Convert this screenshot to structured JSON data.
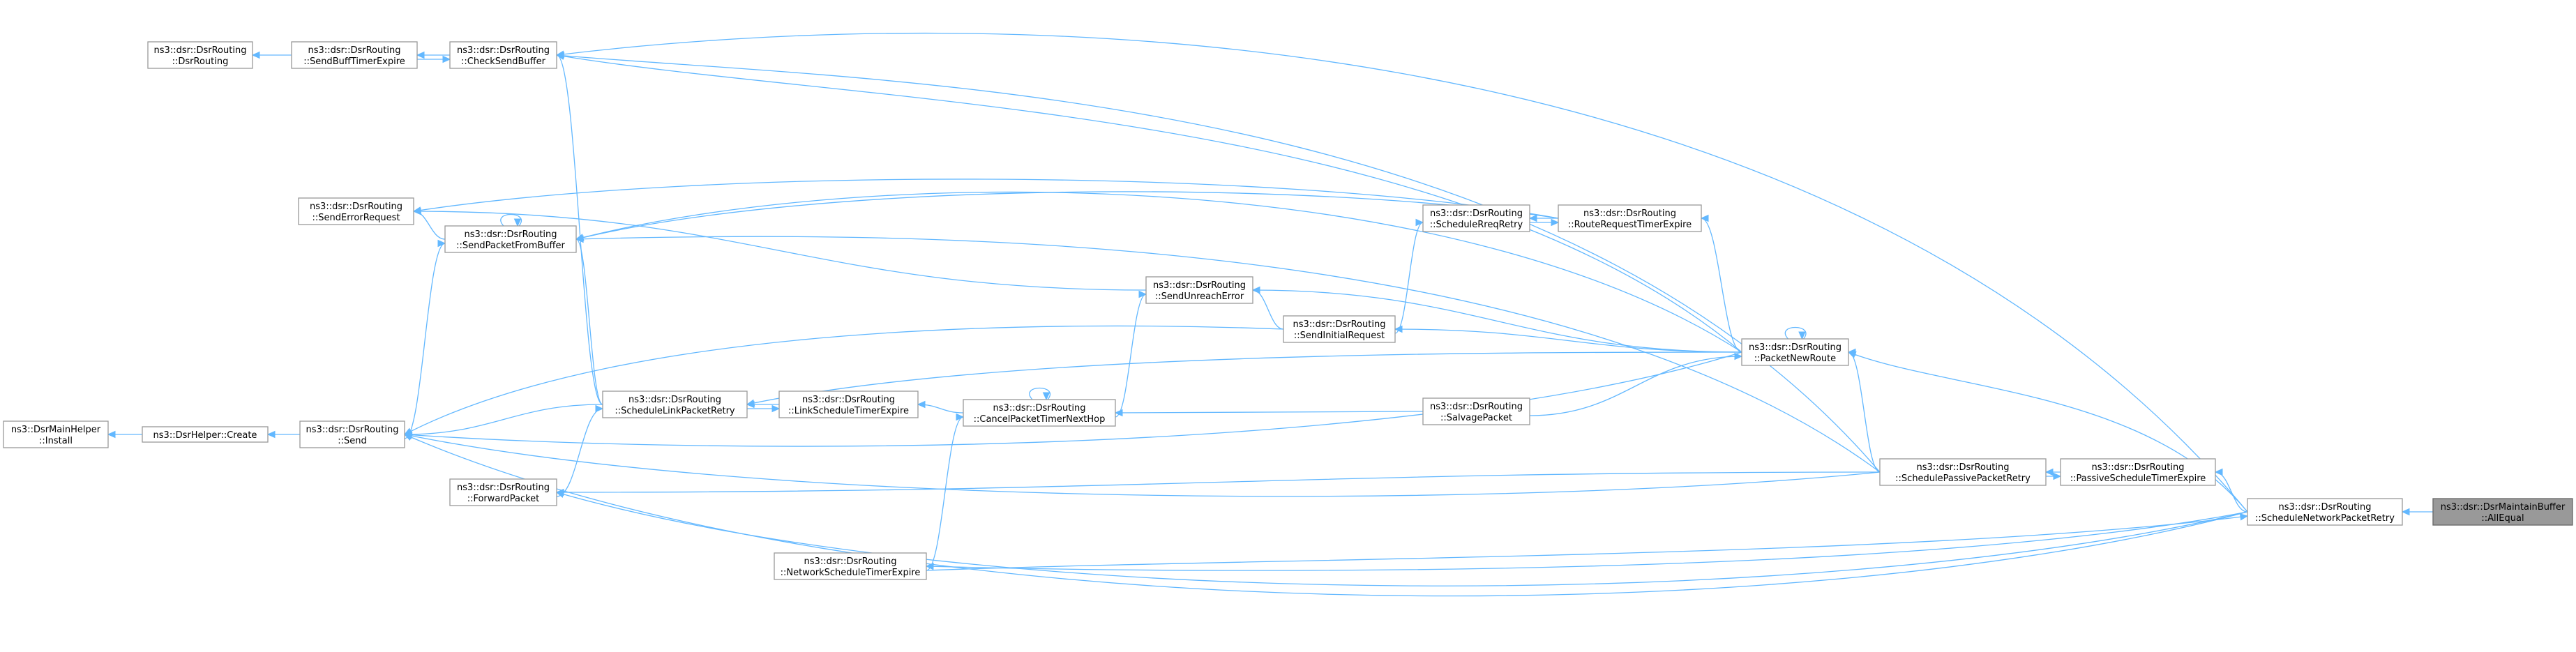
{
  "diagram": {
    "edge_color": "#63b8ff",
    "node_border_color": "#999999",
    "root_fill_color": "#999999",
    "nodes": [
      {
        "id": "dsrrouting_ctor",
        "lines": [
          "ns3::dsr::DsrRouting",
          "::DsrRouting"
        ]
      },
      {
        "id": "sendbufftimerexpire",
        "lines": [
          "ns3::dsr::DsrRouting",
          "::SendBuffTimerExpire"
        ]
      },
      {
        "id": "checksendbuffer",
        "lines": [
          "ns3::dsr::DsrRouting",
          "::CheckSendBuffer"
        ]
      },
      {
        "id": "senderrorrequest",
        "lines": [
          "ns3::dsr::DsrRouting",
          "::SendErrorRequest"
        ]
      },
      {
        "id": "sendpacketfrombuffer",
        "lines": [
          "ns3::dsr::DsrRouting",
          "::SendPacketFromBuffer"
        ]
      },
      {
        "id": "schedulerreqretry",
        "lines": [
          "ns3::dsr::DsrRouting",
          "::ScheduleRreqRetry"
        ]
      },
      {
        "id": "routerequesttimerexpire",
        "lines": [
          "ns3::dsr::DsrRouting",
          "::RouteRequestTimerExpire"
        ]
      },
      {
        "id": "sendunreacherror",
        "lines": [
          "ns3::dsr::DsrRouting",
          "::SendUnreachError"
        ]
      },
      {
        "id": "sendinitialrequest",
        "lines": [
          "ns3::dsr::DsrRouting",
          "::SendInitialRequest"
        ]
      },
      {
        "id": "packetnewroute",
        "lines": [
          "ns3::dsr::DsrRouting",
          "::PacketNewRoute"
        ]
      },
      {
        "id": "dsrmainhelper_install",
        "lines": [
          "ns3::DsrMainHelper",
          "::Install"
        ]
      },
      {
        "id": "dsrhelper_create",
        "lines": [
          "ns3::DsrHelper::Create"
        ]
      },
      {
        "id": "send",
        "lines": [
          "ns3::dsr::DsrRouting",
          "::Send"
        ]
      },
      {
        "id": "schedulelinkpacketretry",
        "lines": [
          "ns3::dsr::DsrRouting",
          "::ScheduleLinkPacketRetry"
        ]
      },
      {
        "id": "linkscheduletimerexpire",
        "lines": [
          "ns3::dsr::DsrRouting",
          "::LinkScheduleTimerExpire"
        ]
      },
      {
        "id": "cancelpackettimernexthop",
        "lines": [
          "ns3::dsr::DsrRouting",
          "::CancelPacketTimerNextHop"
        ]
      },
      {
        "id": "salvagepacket",
        "lines": [
          "ns3::dsr::DsrRouting",
          "::SalvagePacket"
        ]
      },
      {
        "id": "forwardpacket",
        "lines": [
          "ns3::dsr::DsrRouting",
          "::ForwardPacket"
        ]
      },
      {
        "id": "schedulepassivepacketretry",
        "lines": [
          "ns3::dsr::DsrRouting",
          "::SchedulePassivePacketRetry"
        ]
      },
      {
        "id": "passivescheduletimerexpire",
        "lines": [
          "ns3::dsr::DsrRouting",
          "::PassiveScheduleTimerExpire"
        ]
      },
      {
        "id": "networkscheduletimerexpire",
        "lines": [
          "ns3::dsr::DsrRouting",
          "::NetworkScheduleTimerExpire"
        ]
      },
      {
        "id": "schedulenetworkpacketretry",
        "lines": [
          "ns3::dsr::DsrRouting",
          "::ScheduleNetworkPacketRetry"
        ]
      },
      {
        "id": "alleequal",
        "lines": [
          "ns3::dsr::DsrMaintainBuffer",
          "::AllEqual"
        ],
        "root": true
      }
    ],
    "edges": [
      [
        "sendbufftimerexpire",
        "dsrrouting_ctor"
      ],
      [
        "checksendbuffer",
        "sendbufftimerexpire"
      ],
      [
        "sendbufftimerexpire",
        "checksendbuffer"
      ],
      [
        "schedulenetworkpacketretry",
        "checksendbuffer"
      ],
      [
        "schedulepassivepacketretry",
        "checksendbuffer"
      ],
      [
        "packetnewroute",
        "checksendbuffer"
      ],
      [
        "sendpacketfrombuffer",
        "senderrorrequest"
      ],
      [
        "sendunreacherror",
        "senderrorrequest"
      ],
      [
        "routerequesttimerexpire",
        "senderrorrequest"
      ],
      [
        "sendpacketfrombuffer",
        "sendpacketfrombuffer"
      ],
      [
        "schedulepassivepacketretry",
        "sendpacketfrombuffer"
      ],
      [
        "routerequesttimerexpire",
        "sendpacketfrombuffer"
      ],
      [
        "packetnewroute",
        "sendpacketfrombuffer"
      ],
      [
        "routerequesttimerexpire",
        "schedulerreqretry"
      ],
      [
        "schedulerreqretry",
        "routerequesttimerexpire"
      ],
      [
        "sendinitialrequest",
        "schedulerreqretry"
      ],
      [
        "sendinitialrequest",
        "sendunreacherror"
      ],
      [
        "packetnewroute",
        "sendunreacherror"
      ],
      [
        "cancelpackettimernexthop",
        "sendunreacherror"
      ],
      [
        "packetnewroute",
        "sendinitialrequest"
      ],
      [
        "packetnewroute",
        "packetnewroute"
      ],
      [
        "packetnewroute",
        "routerequesttimerexpire"
      ],
      [
        "schedulepassivepacketretry",
        "packetnewroute"
      ],
      [
        "schedulenetworkpacketretry",
        "packetnewroute"
      ],
      [
        "salvagepacket",
        "packetnewroute"
      ],
      [
        "dsrhelper_create",
        "dsrmainhelper_install"
      ],
      [
        "send",
        "dsrhelper_create"
      ],
      [
        "sendinitialrequest",
        "send"
      ],
      [
        "schedulelinkpacketretry",
        "send"
      ],
      [
        "schedulepassivepacketretry",
        "send"
      ],
      [
        "packetnewroute",
        "send"
      ],
      [
        "schedulenetworkpacketretry",
        "send"
      ],
      [
        "send",
        "sendpacketfrombuffer"
      ],
      [
        "schedulelinkpacketretry",
        "sendpacketfrombuffer"
      ],
      [
        "schedulelinkpacketretry",
        "checksendbuffer"
      ],
      [
        "forwardpacket",
        "schedulelinkpacketretry"
      ],
      [
        "linkscheduletimerexpire",
        "schedulelinkpacketretry"
      ],
      [
        "schedulelinkpacketretry",
        "linkscheduletimerexpire"
      ],
      [
        "packetnewroute",
        "schedulelinkpacketretry"
      ],
      [
        "cancelpackettimernexthop",
        "linkscheduletimerexpire"
      ],
      [
        "cancelpackettimernexthop",
        "cancelpackettimernexthop"
      ],
      [
        "salvagepacket",
        "cancelpackettimernexthop"
      ],
      [
        "networkscheduletimerexpire",
        "cancelpackettimernexthop"
      ],
      [
        "schedulepassivepacketretry",
        "forwardpacket"
      ],
      [
        "schedulenetworkpacketretry",
        "forwardpacket"
      ],
      [
        "passivescheduletimerexpire",
        "schedulepassivepacketretry"
      ],
      [
        "schedulepassivepacketretry",
        "passivescheduletimerexpire"
      ],
      [
        "schedulenetworkpacketretry",
        "passivescheduletimerexpire"
      ],
      [
        "schedulenetworkpacketretry",
        "networkscheduletimerexpire"
      ],
      [
        "networkscheduletimerexpire",
        "schedulenetworkpacketretry"
      ],
      [
        "alleequal",
        "schedulenetworkpacketretry"
      ]
    ]
  }
}
